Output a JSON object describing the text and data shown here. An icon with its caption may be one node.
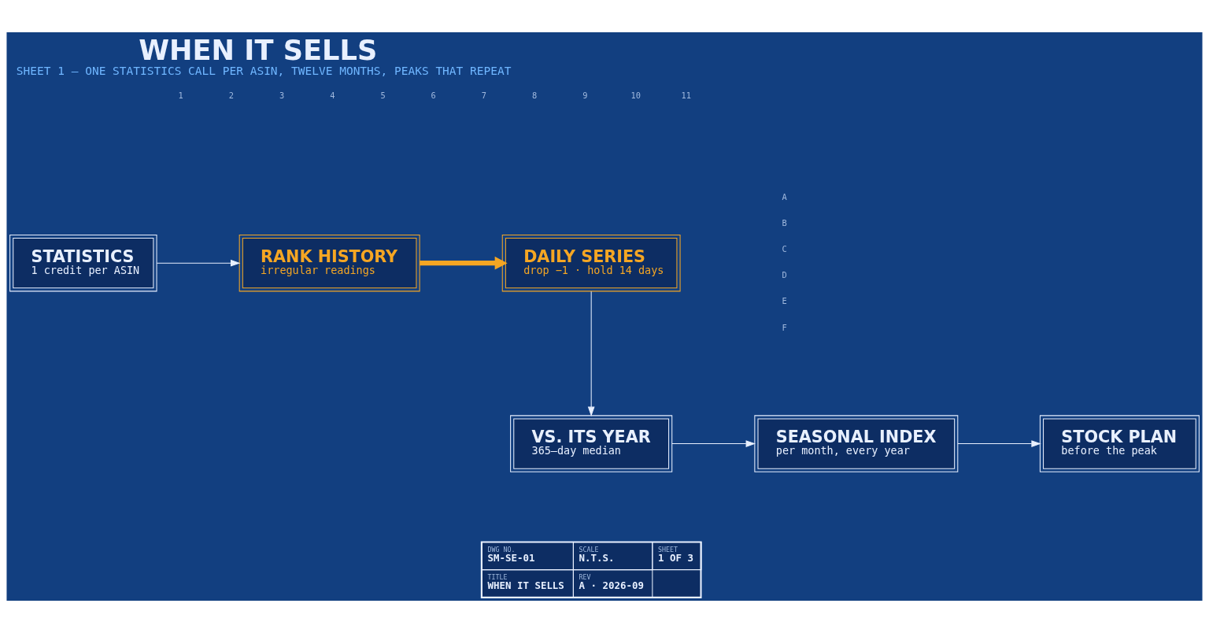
{
  "diagram": {
    "title": "WHEN IT SELLS",
    "caption": "SHEET 1 — ONE STATISTICS CALL PER ASIN, TWELVE MONTHS, PEAKS THAT REPEAT",
    "nodes": [
      {
        "text": [
          "STATISTICS",
          "1 credit per ASIN"
        ]
      },
      {
        "text": [
          "RANK HISTORY",
          "irregular readings"
        ]
      },
      {
        "text": [
          "DAILY SERIES",
          "drop −1 · hold 14 days"
        ]
      },
      {
        "text": [
          "VS. ITS YEAR",
          "365–day median"
        ]
      },
      {
        "text": [
          "SEASONAL INDEX",
          "per month, every year"
        ]
      },
      {
        "text": [
          "STOCK PLAN",
          "before the peak"
        ]
      },
      {
        "text": [
          "DWG NO.",
          "SM-SE-01",
          "SCALE",
          "N.T.S.",
          "SHEET",
          "1 OF 3",
          "TITLE",
          "WHEN IT SELLS",
          "REV",
          "A · 2026-09"
        ]
      }
    ],
    "edges": [
      {
        "from": 0,
        "to": 1,
        "arrow": "to"
      },
      {
        "from": 1,
        "to": 2,
        "arrow": "to",
        "style": "thick",
        "color": "#f5a623"
      },
      {
        "from": 2,
        "to": 3,
        "arrow": "to"
      },
      {
        "from": 3,
        "to": 4,
        "arrow": "to"
      },
      {
        "from": 4,
        "to": 5,
        "arrow": "to"
      }
    ],
    "labels": [
      "1",
      "2",
      "3",
      "4",
      "5",
      "6",
      "7",
      "8",
      "9",
      "10",
      "11",
      "A",
      "B",
      "C",
      "D",
      "E",
      "F"
    ]
  }
}
